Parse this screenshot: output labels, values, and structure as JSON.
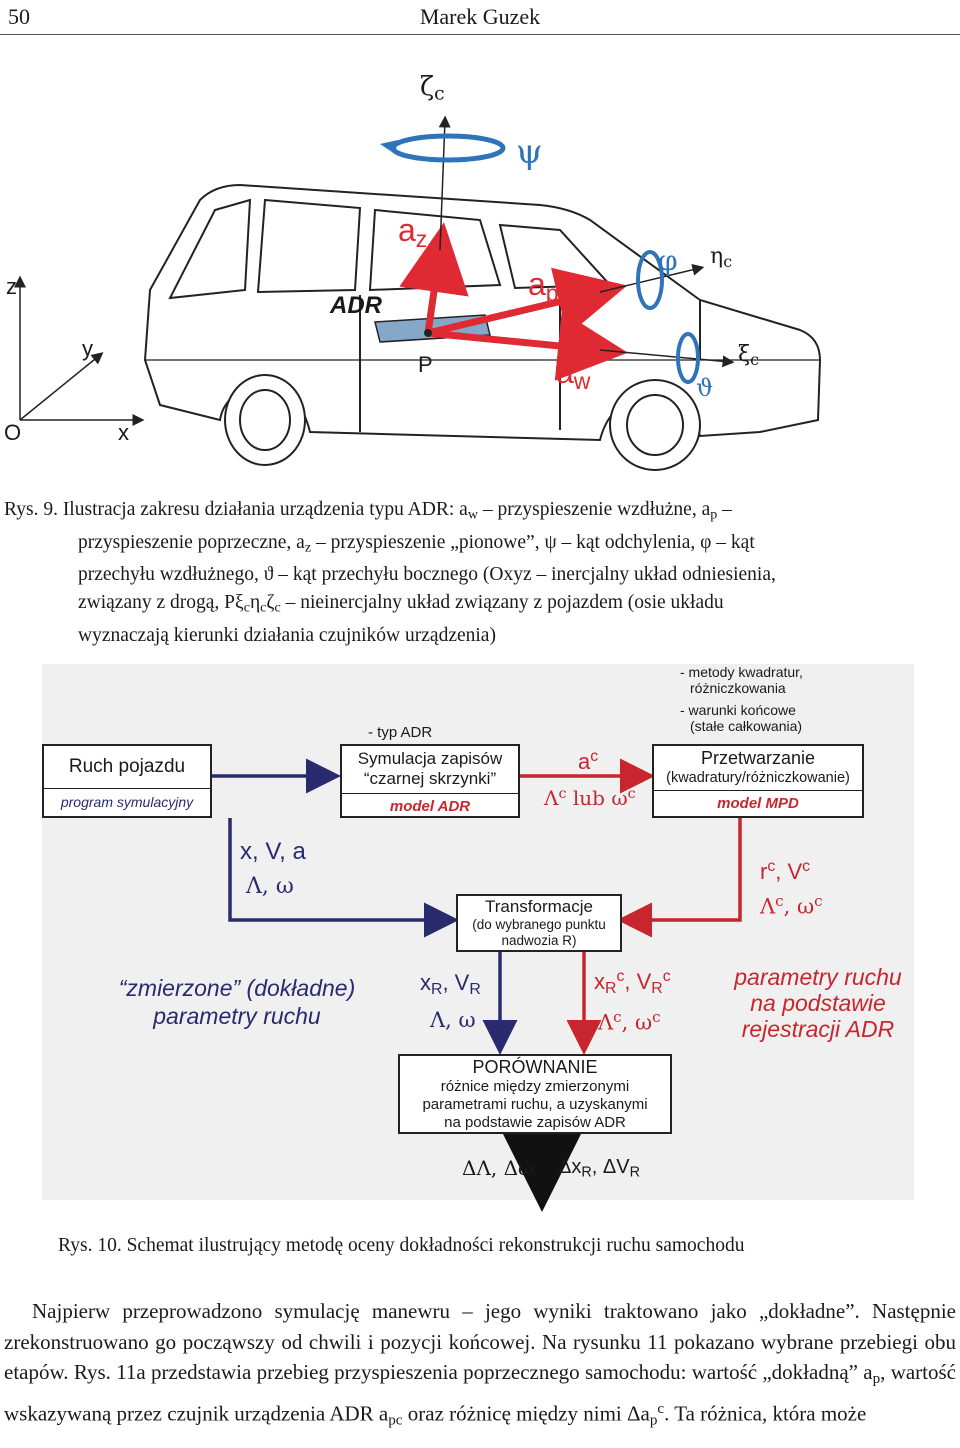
{
  "header": {
    "page_number": "50",
    "author": "Marek Guzek"
  },
  "figure9": {
    "labels": {
      "zeta": "ζ",
      "zeta_sub": "c",
      "psi": "ψ",
      "az": "a",
      "az_sub": "z",
      "phi": "φ",
      "eta": "η",
      "eta_sub": "c",
      "z_axis": "z",
      "adr": "ADR",
      "ap": "a",
      "ap_sub": "p",
      "y_axis": "y",
      "xi": "ξ",
      "xi_sub": "c",
      "P": "P",
      "aw": "a",
      "aw_sub": "w",
      "theta": "ϑ",
      "O": "O",
      "x_axis": "x"
    },
    "caption": {
      "line1": "Rys. 9.  Ilustracja zakresu działania urządzenia typu ADR: a",
      "line1_sub_w": "w",
      "line1_b": " – przyspieszenie wzdłużne, a",
      "line1_sub_p": "p",
      "line1_c": " –",
      "line2": "przyspieszenie poprzeczne, a",
      "line2_sub_z": "z",
      "line2_b": " – przyspieszenie „pionowe”, ψ – kąt odchylenia, φ – kąt",
      "line3": "przechyłu wzdłużnego, ϑ – kąt przechyłu bocznego (Oxyz – inercjalny układ odniesienia,",
      "line4": "związany z drogą, Pξ",
      "line4_s1": "c",
      "line4_b": "η",
      "line4_s2": "c",
      "line4_c": "ζ",
      "line4_s3": "c",
      "line4_d": " – nieinercjalny układ związany z pojazdem (osie układu",
      "line5": "wyznaczają kierunki działania czujników urządzenia)"
    }
  },
  "figure10": {
    "ruch_title": "Ruch pojazdu",
    "ruch_sub": "program symulacyjny",
    "typ_adr": "- typ ADR",
    "sym_line1": "Symulacja zapisów",
    "sym_line2": "“czarnej skrzynki”",
    "sym_model": "model ADR",
    "ac_main": "a",
    "ac_sup": "c",
    "lambda_c": "Λ",
    "lambda_c_sup": "c",
    "lub": " lub ",
    "omega_c": "ω",
    "omega_c_sup": "c",
    "notes_1a": "- metody kwadratur,",
    "notes_1b": "różniczkowania",
    "notes_2a": "- warunki końcowe",
    "notes_2b": "(stałe całkowania)",
    "przetw_title": "Przetwarzanie",
    "przetw_sub": "(kwadratury/różniczkowanie)",
    "przetw_model": "model  MPD",
    "xva": "x, V, a",
    "lambda_omega": "Λ, ω",
    "rc_vc": "r",
    "rc_sup": "c",
    "vc_part": ", V",
    "vc_sup": "c",
    "lc_wc": "Λ",
    "lc_sup": "c",
    "wc_part": ", ω",
    "wc_sup": "c",
    "transf_title": "Transformacje",
    "transf_l2": "(do wybranego punktu",
    "transf_l3": "nadwozia R)",
    "zmierzone_1": "“zmierzone” (dokładne)",
    "zmierzone_2": "parametry ruchu",
    "xr": "x",
    "xr_sub": "R",
    "vr_part": ", V",
    "vr_sub": "R",
    "lambda_omega_r": "Λ, ω",
    "xrc": "x",
    "xrc_sub": "R",
    "xrc_sup": "c",
    "vrc_part": ", V",
    "vrc_sub": "R",
    "vrc_sup": "c",
    "lrc": "Λ",
    "lrc_sup": "c",
    "wrc_part": ", ω",
    "wrc_sup": "c",
    "param_adr_1": "parametry ruchu",
    "param_adr_2": "na podstawie",
    "param_adr_3": "rejestracji ADR",
    "por_title": "PORÓWNANIE",
    "por_l2": "różnice między zmierzonymi",
    "por_l3": "parametrami ruchu, a uzyskanymi",
    "por_l4": "na podstawie zapisów ADR",
    "delta_left": "ΔΛ, Δω",
    "delta_right_a": "Δx",
    "delta_right_sub1": "R",
    "delta_right_b": ", ΔV",
    "delta_right_sub2": "R",
    "caption": "Rys. 10.  Schemat ilustrujący metodę oceny dokładności rekonstrukcji ruchu samochodu"
  },
  "body": {
    "p1_a": "Najpierw przeprowadzono symulację manewru – jego wyniki traktowano jako „dokładne”. Następnie zrekonstruowano go począwszy od chwili i pozycji końcowej. Na rysunku 11 pokazano wybrane przebiegi obu etapów. Rys. 11a przedstawia przebieg przyspieszenia poprzecznego samochodu: wartość „dokładną” a",
    "p1_sub_p": "p",
    "p1_b": ", wartość wskazywaną przez czujnik urządzenia ADR a",
    "p1_sub_pc": "pc",
    "p1_c": " oraz różnicę między nimi Δa",
    "p1_sub_p2": "p",
    "p1_sup_c": "c",
    "p1_d": ". Ta różnica, która może"
  },
  "colors": {
    "red": "#e02a33",
    "navy": "#2a2a6e",
    "darkred": "#c8262e",
    "blue": "#2f73b8",
    "panel": "#f0f0f0"
  }
}
